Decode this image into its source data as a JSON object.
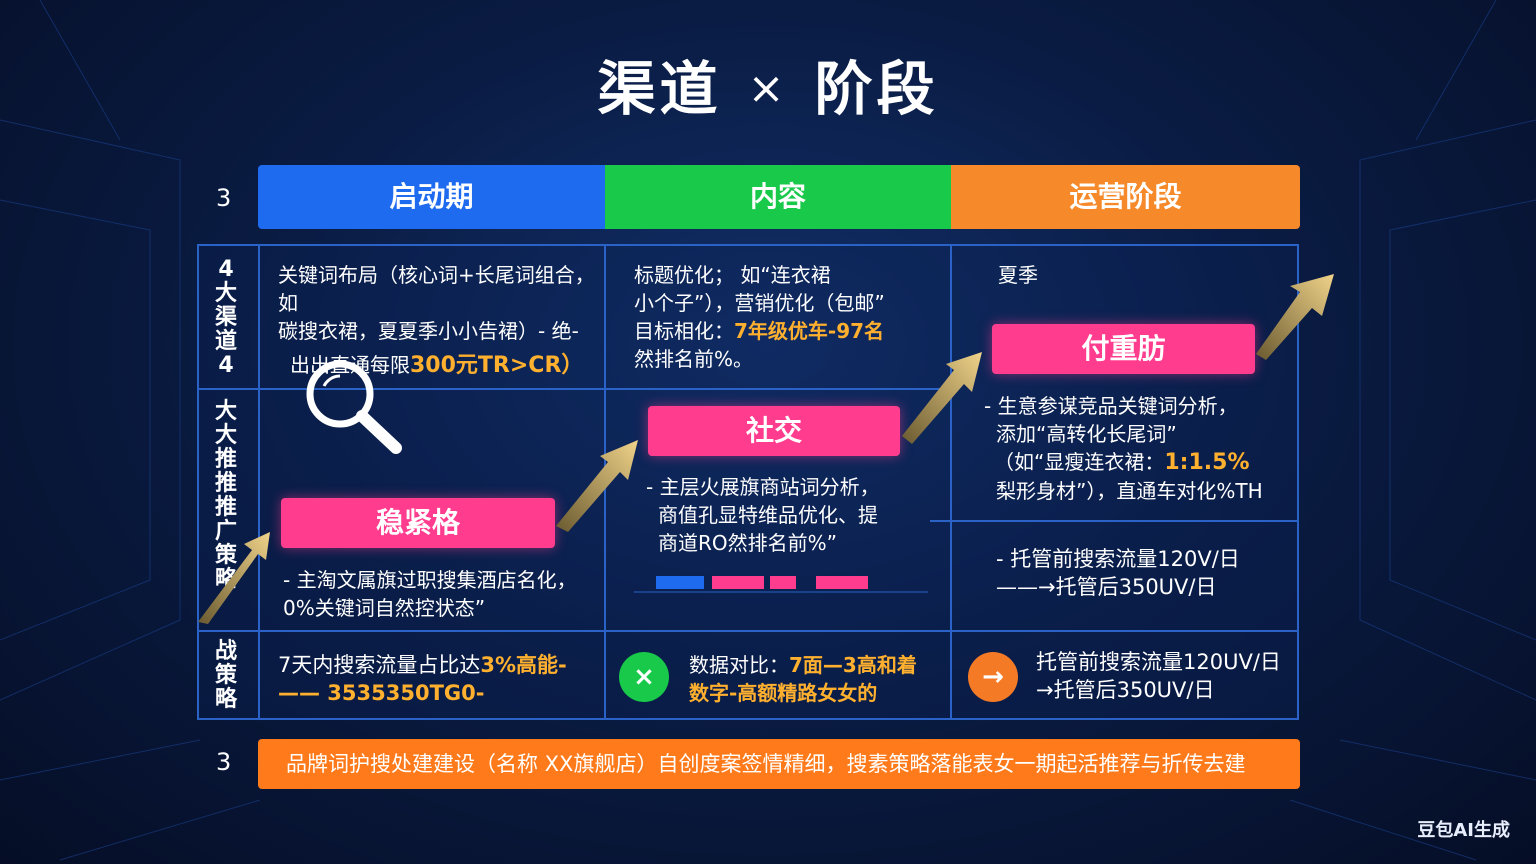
{
  "title": {
    "left": "渠道",
    "sep": "×",
    "right": "阶段"
  },
  "columns": [
    {
      "label": "启动期",
      "color": "#1e6bf0"
    },
    {
      "label": "内容",
      "color": "#18c94a"
    },
    {
      "label": "运营阶段",
      "color": "#f68a2a"
    }
  ],
  "row_numbers": {
    "top": "3",
    "bottom": "3"
  },
  "row_labels": {
    "r1": "4大渠道4",
    "r2": "大大推推推广策略",
    "r3": "战策略"
  },
  "cells": {
    "c1r1": {
      "line1": "关键词布局（核心词+长尾词组合，如",
      "line2": "碳搜衣裙，夏夏季小小告裙）- 绝-",
      "line3_prefix": "出出直通每限",
      "line3_hi": "300元TR>CR）"
    },
    "c2r1": {
      "line1": "标题优化；  如“连衣裙",
      "line2": "小个子”），营销优化（包邮”",
      "line3_prefix": "目标相化：",
      "line3_hi": "7年级优车-97名",
      "line4": "然排名前%。"
    },
    "c3r1": {
      "line1": "夏季"
    },
    "c1r2": {
      "pill": "稳紧格",
      "line1": "- 主淘文属旗过职搜集酒店名化，",
      "line2": "0%关键词自然控状态”"
    },
    "c2r2": {
      "pill": "社交",
      "line1": "- 主层火展旗商站词分析，",
      "line2": "商值孔显特维品优化、提",
      "line3": "商道RO然排名前%”"
    },
    "c3r2": {
      "pill": "付重肪",
      "line1": "- 生意参谋竞品关键词分析，",
      "line2": "添加“高转化长尾词”",
      "line3_prefix": "（如“显瘦连衣裙：",
      "line3_hi": "1:1.5%",
      "line4": "梨形身材”），直通车对化%TH",
      "line5": "- 托管前搜索流量120V/日",
      "line6": "——→托管后350UV/日"
    },
    "c1r3": {
      "line1_prefix": "7天内搜索流量占比达",
      "line1_hi": "3%高能-",
      "line2": "—— 3535350TG0-"
    },
    "c2r3": {
      "icon": "×",
      "line1_prefix": "数据对比：",
      "line1_hi": "7面—3高和着",
      "line2": "数字-高额精路女女的"
    },
    "c3r3": {
      "icon": "→",
      "line1": "托管前搜索流量120UV/日",
      "line2": "→托管后350UV/日"
    }
  },
  "bottom_bar": "品牌词护搜处建建设（名称  XX旗舰店）自创度案签情精细，搜素策略落能表女一期起活推荐与折传去建",
  "watermark": "豆包AI生成",
  "colors": {
    "blue": "#1e6bf0",
    "green": "#18c94a",
    "orange": "#f68a2a",
    "pink": "#ff3c8e",
    "highlight": "#ffb02e",
    "grid": "#2a62c8"
  }
}
